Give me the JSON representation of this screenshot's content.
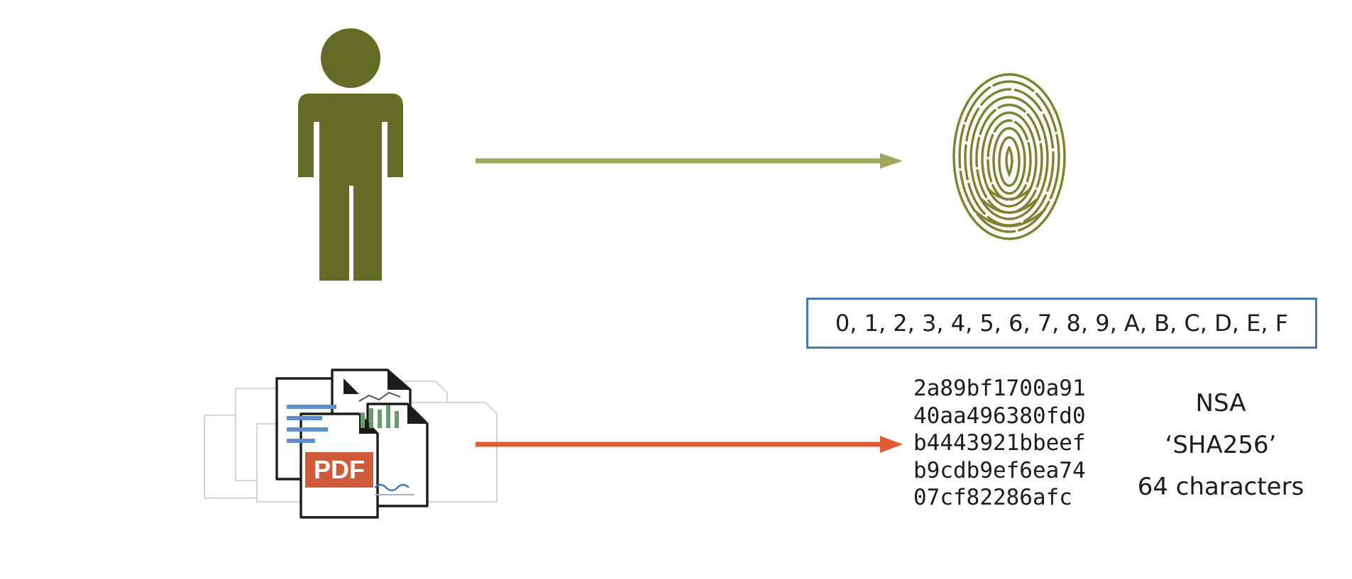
{
  "colors": {
    "person": "#646b24",
    "fingerprint": "#7b8330",
    "arrow_top": "#a0a85c",
    "arrow_bottom": "#e05a36",
    "box_border": "#4a78b0",
    "pdf_badge": "#cf5a3c"
  },
  "icons": {
    "person": "person-icon",
    "fingerprint": "fingerprint-icon",
    "documents": "documents-stack-icon"
  },
  "documents": {
    "badge_label": "PDF"
  },
  "hex_alphabet": "0, 1, 2, 3, 4, 5, 6, 7, 8, 9, A, B, C, D, E, F",
  "hash_lines": [
    "2a89bf1700a91",
    "40aa496380fd0",
    "b4443921bbeef",
    "b9cdb9ef6ea74",
    "07cf82286afc"
  ],
  "hash_info": {
    "agency": "NSA",
    "algorithm": "‘SHA256’",
    "length": "64 characters"
  }
}
